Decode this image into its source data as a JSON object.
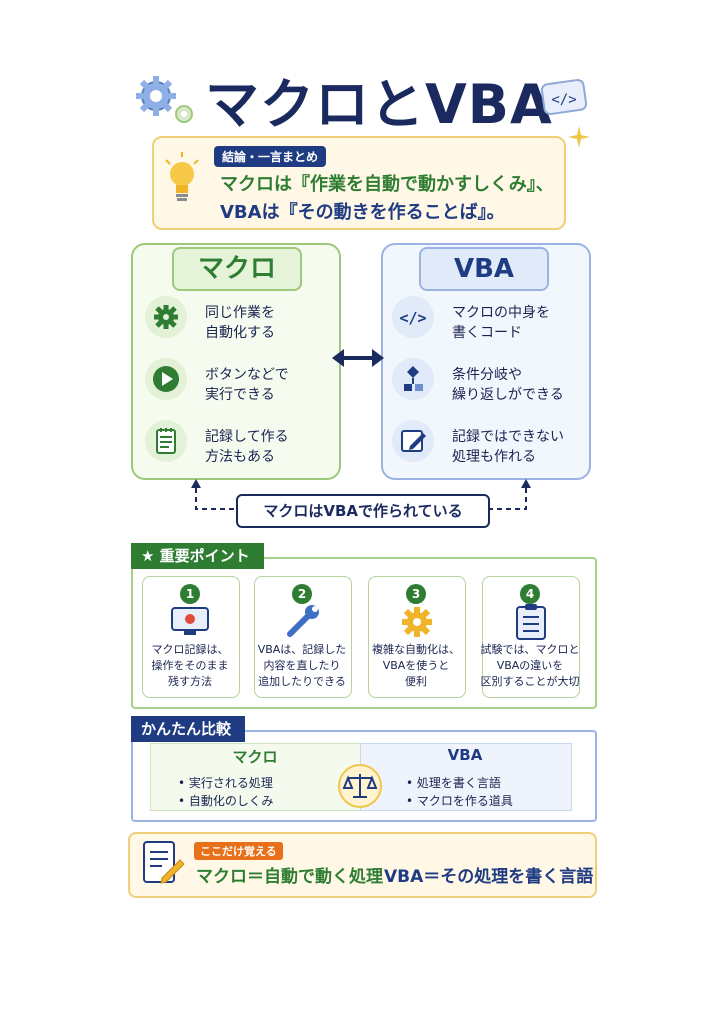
{
  "title": "マクロとVBA",
  "summary": {
    "tag": "結論・一言まとめ",
    "line1": "マクロは『作業を自動で動かすしくみ』、",
    "line2": "VBAは『その動きを作ることば』。"
  },
  "macro": {
    "heading": "マクロ",
    "features": [
      {
        "icon": "gear-icon",
        "text": "同じ作業を\n自動化する"
      },
      {
        "icon": "play-icon",
        "text": "ボタンなどで\n実行できる"
      },
      {
        "icon": "notepad-icon",
        "text": "記録して作る\n方法もある"
      }
    ]
  },
  "vba": {
    "heading": "VBA",
    "features": [
      {
        "icon": "code-icon",
        "text": "マクロの中身を\n書くコード"
      },
      {
        "icon": "flowchart-icon",
        "text": "条件分岐や\n繰り返しができる"
      },
      {
        "icon": "edit-icon",
        "text": "記録ではできない\n処理も作れる"
      }
    ]
  },
  "connector_label": "マクロはVBAで作られている",
  "points": {
    "tag": "重要ポイント",
    "items": [
      {
        "num": "1",
        "icon": "monitor-record-icon",
        "text": "マクロ記録は、\n操作をそのまま\n残す方法"
      },
      {
        "num": "2",
        "icon": "wrench-icon",
        "text": "VBAは、記録した\n内容を直したり\n追加したりできる"
      },
      {
        "num": "3",
        "icon": "gear-icon",
        "text": "複雑な自動化は、\nVBAを使うと\n便利"
      },
      {
        "num": "4",
        "icon": "clipboard-icon",
        "text": "試験では、マクロと\nVBAの違いを\n区別することが大切"
      }
    ]
  },
  "compare": {
    "tag": "かんたん比較",
    "left_head": "マクロ",
    "right_head": "VBA",
    "left_items": [
      "• 実行される処理",
      "• 自動化のしくみ"
    ],
    "right_items": [
      "• 処理を書く言語",
      "• マクロを作る道具"
    ]
  },
  "bottom": {
    "tag": "ここだけ覚える",
    "macro": "マクロ＝自動で動く処理",
    "vba": "VBA＝その処理を書く言語"
  },
  "colors": {
    "navy": "#1b2a5e",
    "green": "#2e7d32",
    "blue": "#1f3b82",
    "orange": "#e8701a",
    "gold": "#f0cf7a"
  }
}
